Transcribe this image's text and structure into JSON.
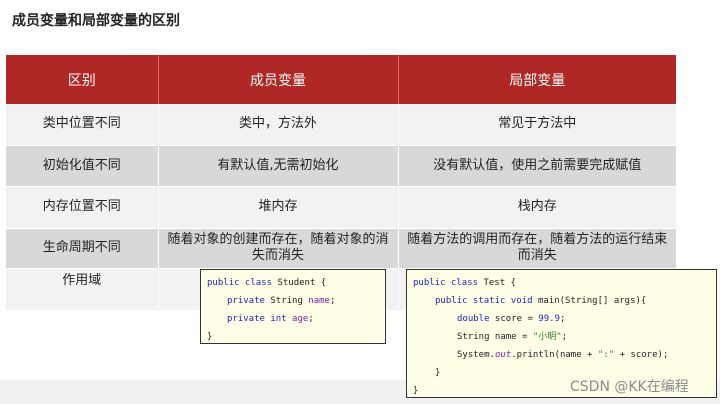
{
  "page_title": "成员变量和局部变量的区别",
  "table": {
    "headers": [
      "区别",
      "成员变量",
      "局部变量"
    ],
    "rows": [
      {
        "label": "类中位置不同",
        "member": "类中，方法外",
        "local": "常见于方法中"
      },
      {
        "label": "初始化值不同",
        "member": "有默认值,无需初始化",
        "local": "没有默认值，使用之前需要完成赋值"
      },
      {
        "label": "内存位置不同",
        "member": "堆内存",
        "local": "栈内存"
      },
      {
        "label": "生命周期不同",
        "member": "随着对象的创建而存在，随着对象的消失而消失",
        "local": "随着方法的调用而存在，随着方法的运行结束而消失"
      },
      {
        "label": "作用域",
        "member": "",
        "local": ""
      }
    ]
  },
  "code_member": {
    "line1": {
      "a": "public class",
      "b": " Student {"
    },
    "line2": {
      "a": "private",
      "b": " String ",
      "c": "name",
      "d": ";"
    },
    "line3": {
      "a": "private int",
      "b": " ",
      "c": "age",
      "d": ";"
    },
    "line4": "}"
  },
  "code_local": {
    "line1": {
      "a": "public class",
      "b": " Test {"
    },
    "line2": {
      "a": "public static void",
      "b": " main(String[] args){"
    },
    "line3": {
      "a": "double",
      "b": " score = ",
      "c": "99.9",
      "d": ";"
    },
    "line4": {
      "a": "String name = ",
      "b": "\"小明\"",
      "c": ";"
    },
    "line5": {
      "a": "System.",
      "b": "out",
      "c": ".println(name + ",
      "d": "\":\"",
      "e": " + score);"
    },
    "line6": "}",
    "line7": "}"
  },
  "watermark": "CSDN @KK在编程"
}
